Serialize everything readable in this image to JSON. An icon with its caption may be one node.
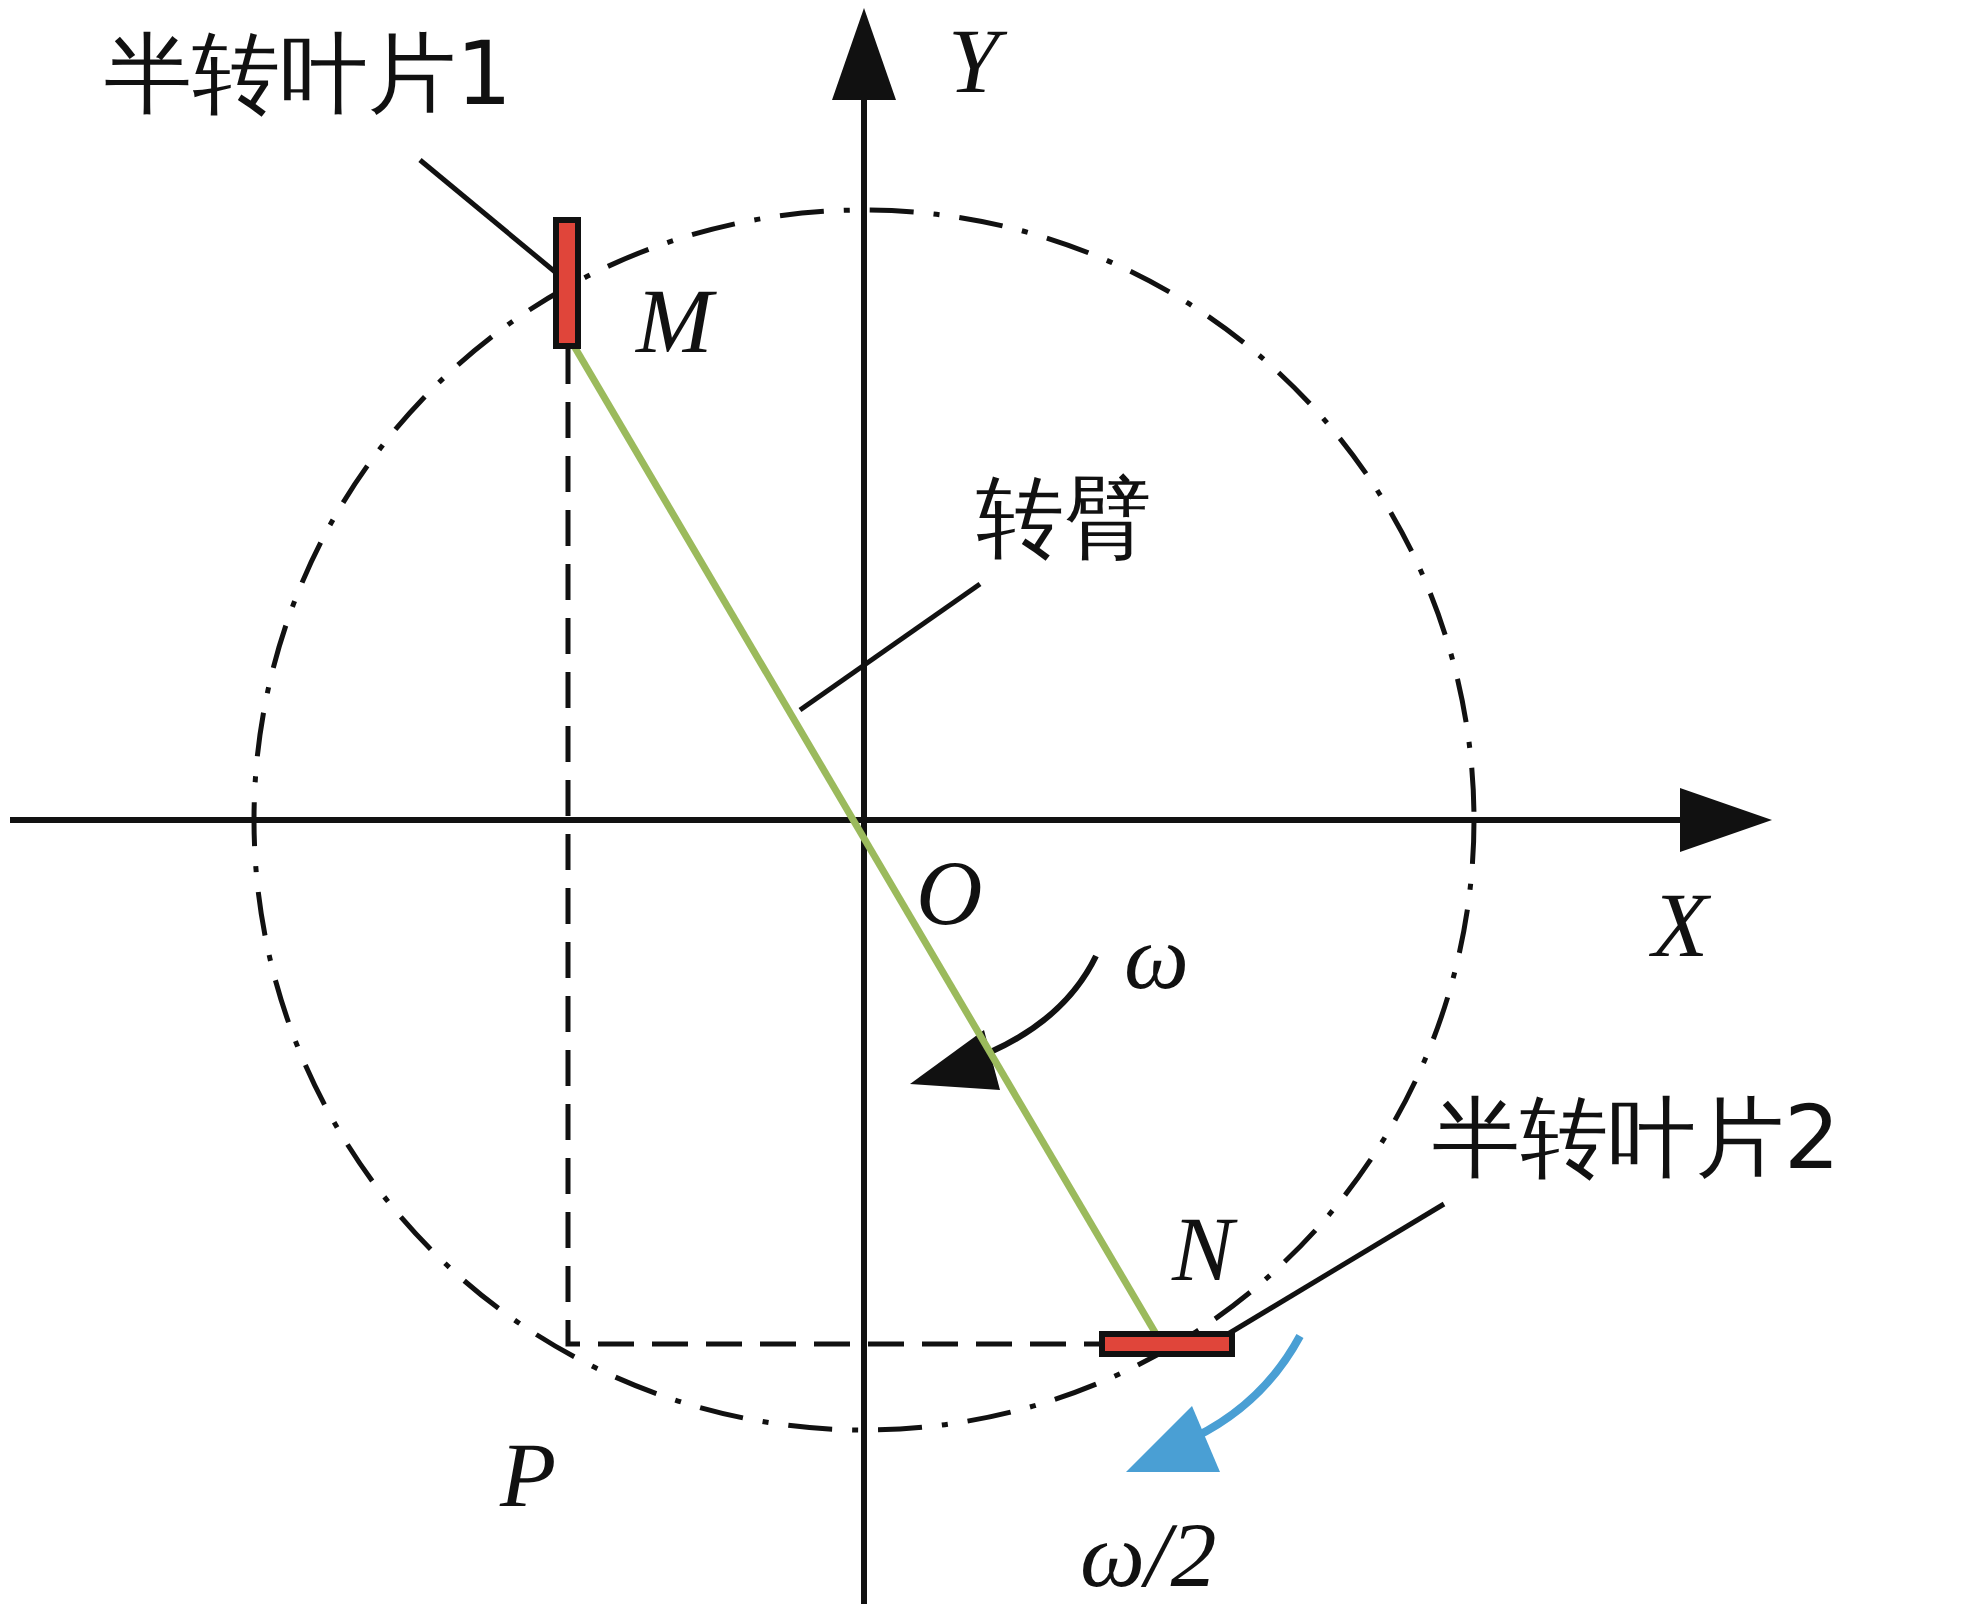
{
  "diagram": {
    "nodes": [
      {
        "text": [
          "半转叶片1"
        ]
      },
      {
        "text": [],
        "shape": "bar"
      },
      {
        "text": [
          "转臂"
        ]
      },
      {
        "text": [
          "半转叶片2"
        ]
      },
      {
        "text": [],
        "shape": "bar"
      }
    ],
    "edges": [
      {
        "from": 0,
        "to": 1,
        "arrow": "none"
      },
      {
        "from": 2,
        "to": null,
        "arrow": "none"
      },
      {
        "from": 3,
        "to": 4,
        "arrow": "none"
      },
      {
        "from": 1,
        "to": 4,
        "arrow": "none",
        "color": "#9bba5c"
      },
      {
        "from": 1,
        "to": 4,
        "arrow": "none",
        "style": "dashed"
      }
    ],
    "labels": [
      "Y",
      "M",
      "X",
      "O",
      "ω",
      "N",
      "P",
      "ω/2"
    ]
  }
}
